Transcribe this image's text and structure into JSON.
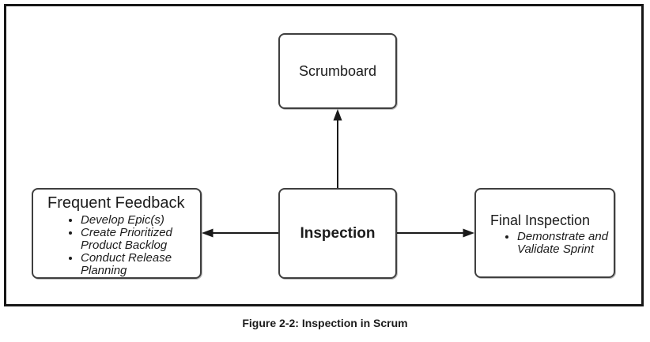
{
  "figure": {
    "caption": "Figure 2-2: Inspection in Scrum"
  },
  "diagram": {
    "scrumboard": {
      "label": "Scrumboard"
    },
    "inspection": {
      "label": "Inspection"
    },
    "frequent_feedback": {
      "title": "Frequent Feedback",
      "bullets": [
        "Develop Epic(s)",
        "Create Prioritized Product Backlog",
        "Conduct Release Planning"
      ]
    },
    "final_inspection": {
      "title": "Final Inspection",
      "bullets": [
        "Demonstrate and Validate Sprint"
      ]
    },
    "arrows": [
      {
        "from": "Inspection",
        "to": "Scrumboard"
      },
      {
        "from": "Inspection",
        "to": "Frequent Feedback"
      },
      {
        "from": "Inspection",
        "to": "Final Inspection"
      }
    ],
    "colors": {
      "background": "#ffffff",
      "frame_border": "#161616",
      "node_border": "#3f3f3f",
      "text": "#1c1c1c",
      "arrow": "#1a1a1a"
    }
  }
}
